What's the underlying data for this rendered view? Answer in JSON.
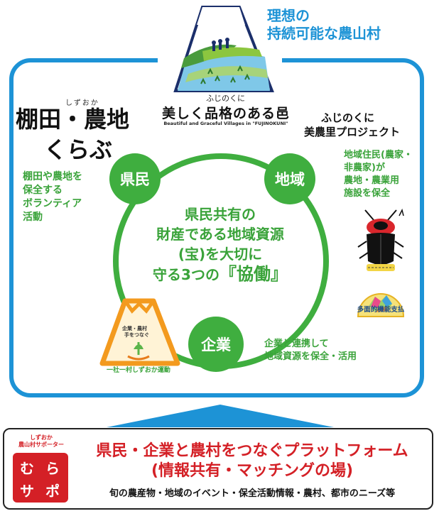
{
  "header": {
    "title_line1": "理想の",
    "title_line2": "持続可能な農山村"
  },
  "logo_center": {
    "subtitle": "ふじのくに",
    "title": "美しく品格のある邑",
    "english": "Beautiful and Graceful Villages in \"FUJINOKUNI\""
  },
  "left_logo": {
    "reading": "しずおか",
    "main": "棚田・農地",
    "kana": "くらぶ"
  },
  "left_description": [
    "棚田や農地を",
    "保全する",
    "ボランティア",
    "活動"
  ],
  "right_title": [
    "ふじのくに",
    "美農里プロジェクト"
  ],
  "right_description": [
    "地域住民(農家・",
    "非農家)が",
    "農地・農業用",
    "施設を保全"
  ],
  "emblem_label": "多面的機能支払",
  "cycle": {
    "node_top_left": "県民",
    "node_top_right": "地域",
    "node_bottom": "企業",
    "center_line1": "県民共有の",
    "center_line2": "財産である地域資源",
    "center_line3": "(宝)を大切に",
    "center_line4_prefix": "守る3つの",
    "center_line4_emphasis": "『協働』"
  },
  "company_logo": {
    "line1": "企業・農村",
    "line2": "手をつなぐ",
    "caption": "一社一村しずおか運動"
  },
  "company_description": [
    "企業と連携して",
    "地域資源を保全・活用"
  ],
  "platform": {
    "logo_reading": "しずおか",
    "logo_subtitle": "農山村サポーター",
    "logo_chars": [
      "む",
      "ら",
      "サ",
      "ポ"
    ],
    "title_line1": "県民・企業と農村をつなぐプラットフォーム",
    "title_line2": "(情報共有・マッチングの場)",
    "footer": "旬の農産物・地域のイベント・保全活動情報・農村、都市のニーズ等"
  },
  "colors": {
    "frame_blue": "#1d93d6",
    "cycle_green": "#3fae3f",
    "text_green": "#3aa33a",
    "platform_red": "#d42026",
    "orange": "#f39a1e"
  },
  "icons": [
    "mountain-logo-icon",
    "firefly-icon",
    "emblem-icon",
    "fuji-hands-icon"
  ]
}
